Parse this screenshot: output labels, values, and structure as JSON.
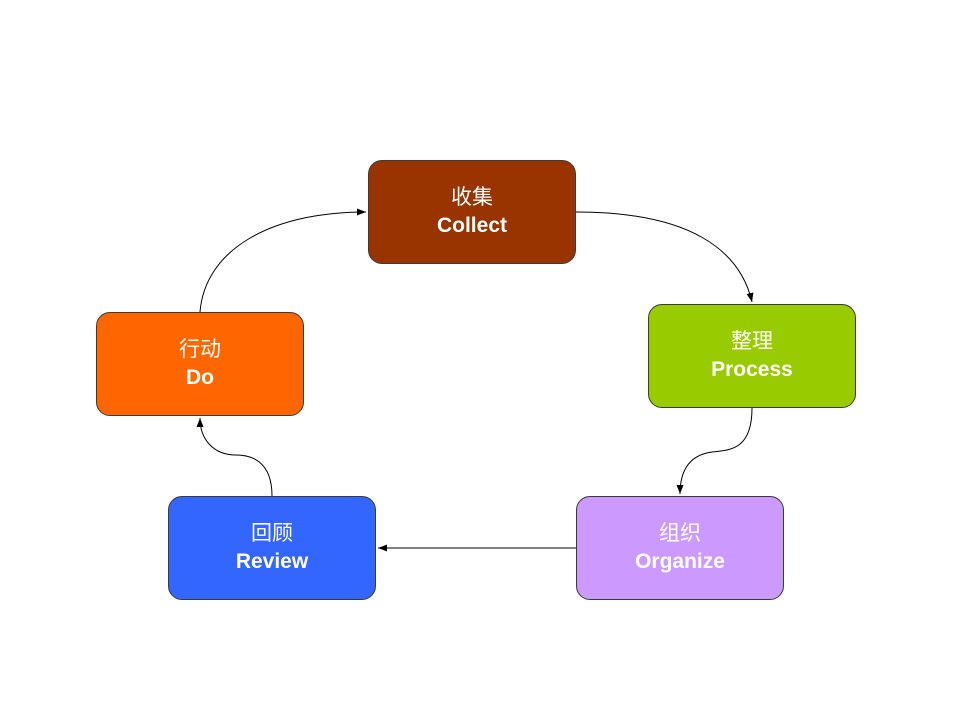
{
  "colors": {
    "collect": "#993300",
    "process": "#99cc00",
    "organize": "#cc99ff",
    "review": "#3366ff",
    "do": "#ff6600",
    "connector": "#000000"
  },
  "nodes": {
    "collect": {
      "cn": "收集",
      "en": "Collect"
    },
    "process": {
      "cn": "整理",
      "en": "Process"
    },
    "organize": {
      "cn": "组织",
      "en": "Organize"
    },
    "review": {
      "cn": "回顾",
      "en": "Review"
    },
    "do": {
      "cn": "行动",
      "en": "Do"
    }
  }
}
